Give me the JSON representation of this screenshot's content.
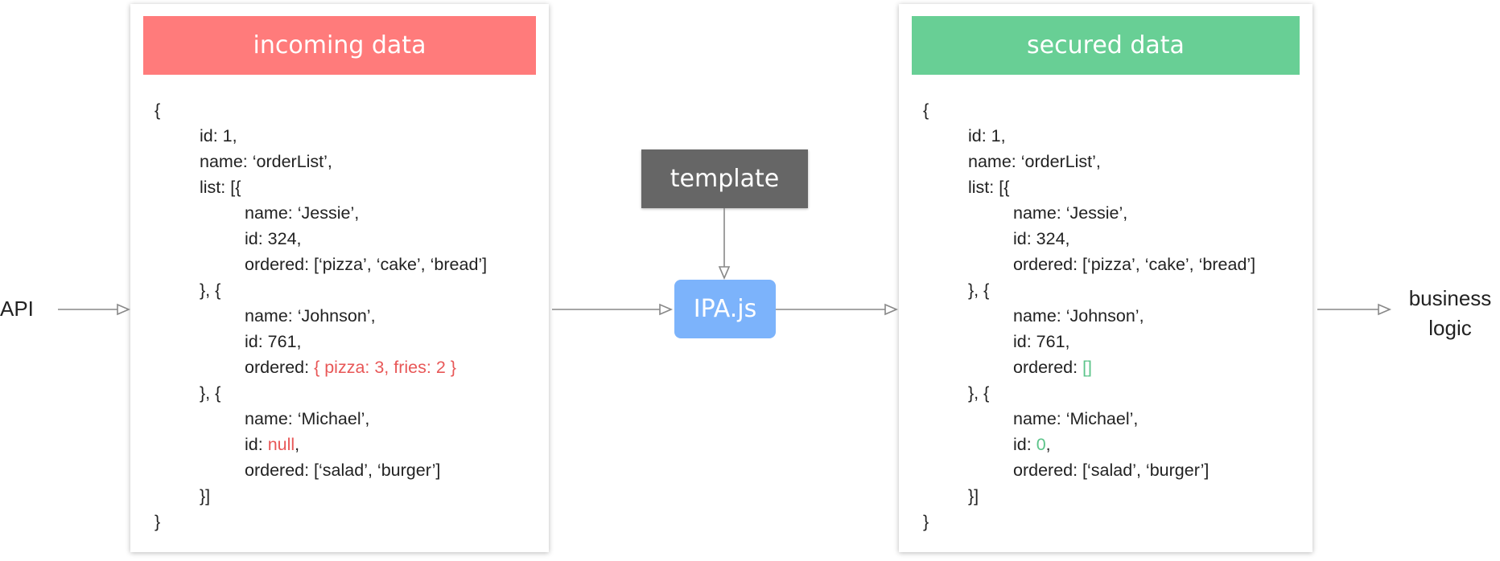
{
  "api_label": "API",
  "business_label": [
    "business",
    "logic"
  ],
  "template_label": "template",
  "ipa_label": "IPA.js",
  "incoming": {
    "title": "incoming data",
    "lines": [
      {
        "indent": 0,
        "text": "{"
      },
      {
        "indent": 1,
        "text": "id: 1,"
      },
      {
        "indent": 1,
        "text": "name: ‘orderList’,"
      },
      {
        "indent": 1,
        "text": "list: [{"
      },
      {
        "indent": 2,
        "text": "name: ‘Jessie’,"
      },
      {
        "indent": 2,
        "text": "id: 324,"
      },
      {
        "indent": 2,
        "text": "ordered: [‘pizza’, ‘cake’, ‘bread’]"
      },
      {
        "indent": 1,
        "text": "}, {"
      },
      {
        "indent": 2,
        "text": "name: ‘Johnson’,"
      },
      {
        "indent": 2,
        "text": "id: 761,"
      },
      {
        "indent": 2,
        "text": "ordered: ",
        "highlight": "{ pizza: 3, fries: 2 }"
      },
      {
        "indent": 1,
        "text": "}, {"
      },
      {
        "indent": 2,
        "text": "name: ‘Michael’,"
      },
      {
        "indent": 2,
        "text": "id: ",
        "highlight": "null",
        "after": ","
      },
      {
        "indent": 2,
        "text": "ordered: [‘salad’, ‘burger’]"
      },
      {
        "indent": 1,
        "text": "}]"
      },
      {
        "indent": 0,
        "text": "}"
      }
    ]
  },
  "secured": {
    "title": "secured data",
    "lines": [
      {
        "indent": 0,
        "text": "{"
      },
      {
        "indent": 1,
        "text": "id: 1,"
      },
      {
        "indent": 1,
        "text": "name: ‘orderList’,"
      },
      {
        "indent": 1,
        "text": "list: [{"
      },
      {
        "indent": 2,
        "text": "name: ‘Jessie’,"
      },
      {
        "indent": 2,
        "text": "id: 324,"
      },
      {
        "indent": 2,
        "text": "ordered: [‘pizza’, ‘cake’, ‘bread’]"
      },
      {
        "indent": 1,
        "text": "}, {"
      },
      {
        "indent": 2,
        "text": "name: ‘Johnson’,"
      },
      {
        "indent": 2,
        "text": "id: 761,"
      },
      {
        "indent": 2,
        "text": "ordered: ",
        "highlight": "[]"
      },
      {
        "indent": 1,
        "text": "}, {"
      },
      {
        "indent": 2,
        "text": "name: ‘Michael’,"
      },
      {
        "indent": 2,
        "text": "id: ",
        "highlight": "0",
        "after": ","
      },
      {
        "indent": 2,
        "text": "ordered: [‘salad’, ‘burger’]"
      },
      {
        "indent": 1,
        "text": "}]"
      },
      {
        "indent": 0,
        "text": "}"
      }
    ]
  },
  "colors": {
    "incoming_header": "#ff7b7b",
    "secured_header": "#68cf95",
    "template_box": "#666666",
    "ipa_box": "#7cb3fb",
    "error_text": "#e85757",
    "fixed_text": "#5cc48a",
    "arrow": "#888888"
  }
}
